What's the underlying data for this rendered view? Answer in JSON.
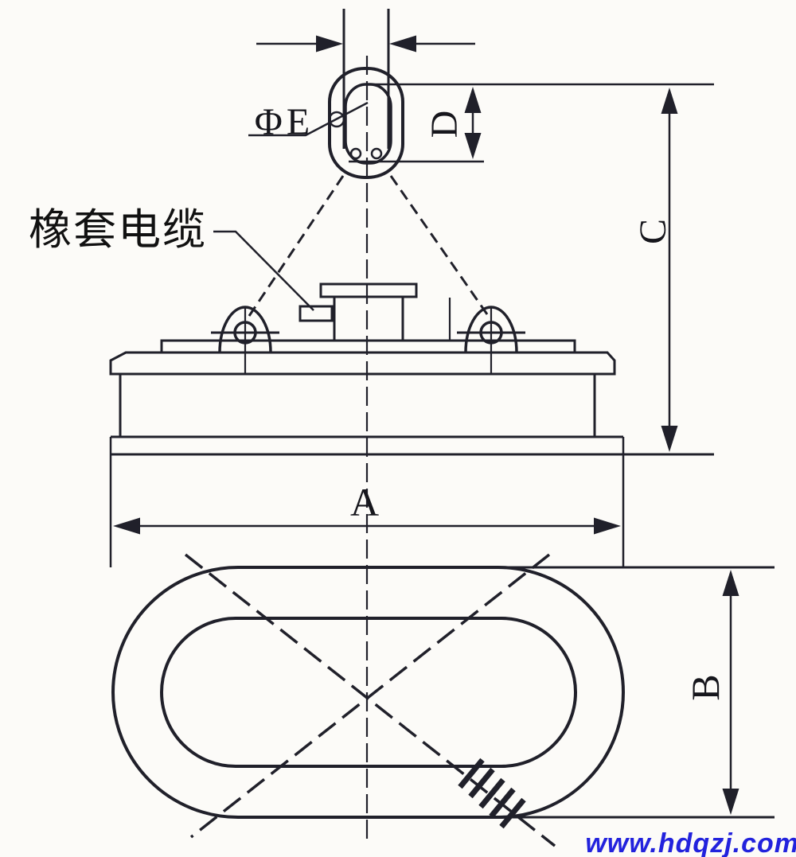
{
  "drawing": {
    "cable_label": "橡套电缆",
    "labels": {
      "ring_diameter": "ΦE",
      "ring_height": "D",
      "overall_height": "C",
      "length": "A",
      "width": "B"
    },
    "watermark": "www.hdqzj.com",
    "colors": {
      "line": "#20202a",
      "background": "#fcfbf8",
      "watermark": "#2222dd"
    }
  }
}
